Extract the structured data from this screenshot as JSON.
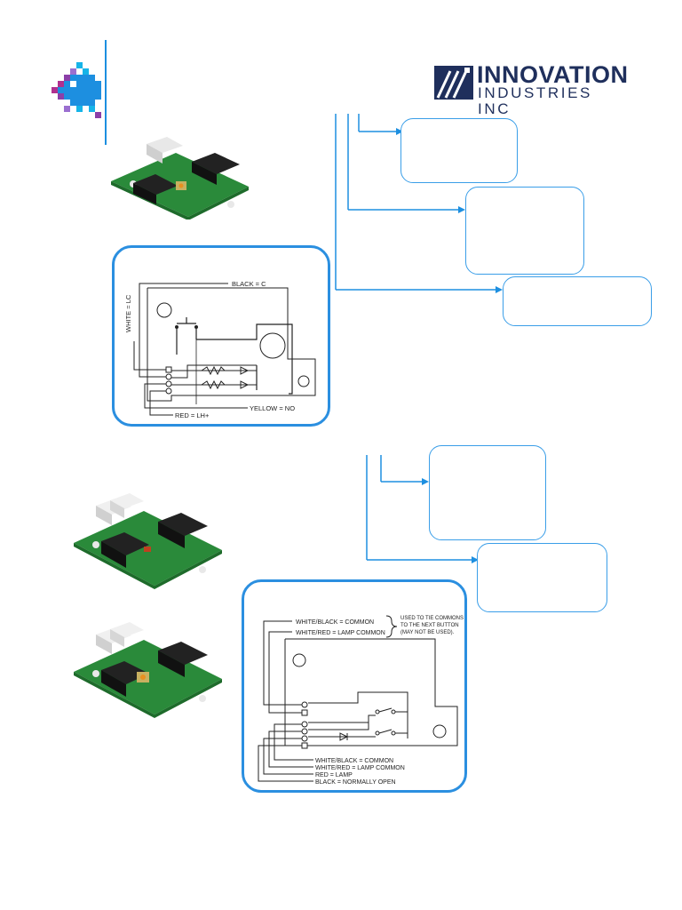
{
  "logo": {
    "brand_line1": "INNOVATION",
    "brand_line2": "INDUSTRIES INC",
    "colors": {
      "navy": "#1f2f5c",
      "blue": "#1d8fe0",
      "purple": "#8b3fa8",
      "magenta": "#b0308f",
      "cyan": "#16b4e8"
    }
  },
  "icons": [
    "pixel-logo-icon",
    "innovation-logo-icon",
    "pcb-board-image"
  ],
  "diagram1": {
    "black": "BLACK = C",
    "white": "WHITE = LC",
    "yellow": "YELLOW = NO",
    "red": "RED = LH+"
  },
  "diagram2": {
    "top_white_black": "WHITE/BLACK = COMMON",
    "top_white_red": "WHITE/RED = LAMP COMMON",
    "note_line1": "USED TO TIE COMMONS",
    "note_line2": "TO THE NEXT BUTTON",
    "note_line3": "(MAY NOT BE USED).",
    "bottom_white_black": "WHITE/BLACK = COMMON",
    "bottom_white_red": "WHITE/RED = LAMP COMMON",
    "bottom_red": "RED = LAMP",
    "bottom_black": "BLACK = NORMALLY OPEN"
  }
}
